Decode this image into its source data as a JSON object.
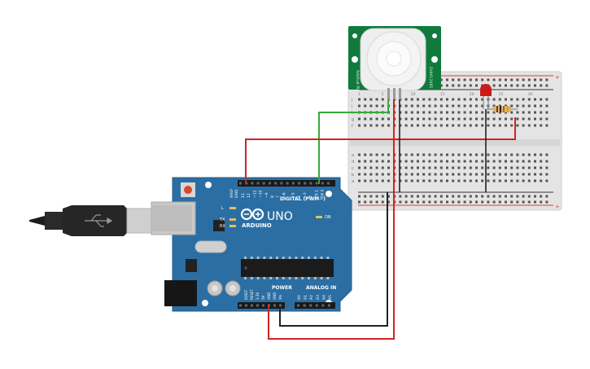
{
  "arduino": {
    "brand": "ARDUINO",
    "model": "UNO",
    "digital_label": "DIGITAL (PWM~)",
    "power_label": "POWER",
    "analog_label": "ANALOG IN",
    "on_label": "ON",
    "led_l": "L",
    "led_tx": "TX",
    "led_rx": "RX",
    "aref": "AREF",
    "gnd_top": "GND",
    "digital_pins": [
      "13",
      "12",
      "~11",
      "~10",
      "~9",
      "8",
      "7",
      "~6",
      "~5",
      "4",
      "~3",
      "2",
      "TX 1",
      "RX 0"
    ],
    "power_pins": [
      "IOREF",
      "RESET",
      "3.3V",
      "5V",
      "GND",
      "GND",
      "Vin"
    ],
    "analog_pins": [
      "A0",
      "A1",
      "A2",
      "A3",
      "A4",
      "A5"
    ]
  },
  "pir_sensor": {
    "label_left": "Adafruit PIR",
    "label_right": "DHH5-2465"
  },
  "breadboard": {
    "rows_top": [
      "j",
      "i",
      "h",
      "g",
      "f"
    ],
    "rows_bottom": [
      "e",
      "d",
      "c",
      "b",
      "a"
    ],
    "col_numbers": [
      "1",
      "5",
      "10",
      "15",
      "20",
      "25",
      "30"
    ]
  },
  "colors": {
    "board": "#2b6ea3",
    "board_dark": "#1f5a8a",
    "wire_red": "#d22323",
    "wire_black": "#222222",
    "wire_green": "#3aa83a",
    "pir_pcb": "#0f7a3c",
    "breadboard": "#e6e6e6",
    "rail_red": "#e23a3a",
    "rail_black": "#333333"
  }
}
